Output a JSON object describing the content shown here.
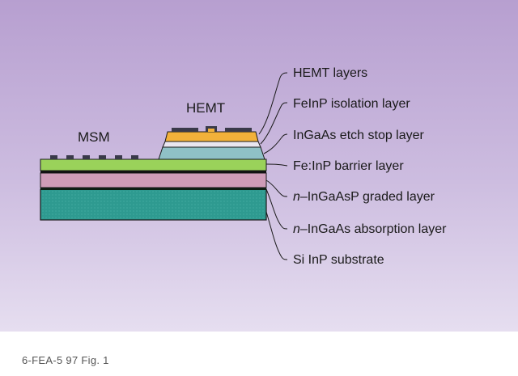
{
  "diagram": {
    "devices": {
      "msm": "MSM",
      "hemt": "HEMT"
    },
    "layers": [
      {
        "id": "hemt-layers",
        "prefix": "",
        "text": "HEMT layers",
        "color": "#f2b13a"
      },
      {
        "id": "feinp-isolation",
        "prefix": "",
        "text": "FeInP isolation layer",
        "color": "#e9e6f0"
      },
      {
        "id": "ingaas-etch-stop",
        "prefix": "",
        "text": "InGaAs etch stop layer",
        "color": "#8fc1c6"
      },
      {
        "id": "feinp-barrier",
        "prefix": "",
        "text": "Fe:InP barrier layer",
        "color": "#9ad25a"
      },
      {
        "id": "ingaasp-graded",
        "prefix": "n",
        "text": "–InGaAsP graded layer",
        "color": "#cf9cb8"
      },
      {
        "id": "ingaas-absorption",
        "prefix": "n",
        "text": "–InGaAs absorption layer",
        "color": "#0d1f14"
      },
      {
        "id": "si-inp-substrate",
        "prefix": "",
        "text": "Si InP substrate",
        "color": "#2e9a90"
      }
    ],
    "caption": "6-FEA-5 97 Fig. 1"
  }
}
